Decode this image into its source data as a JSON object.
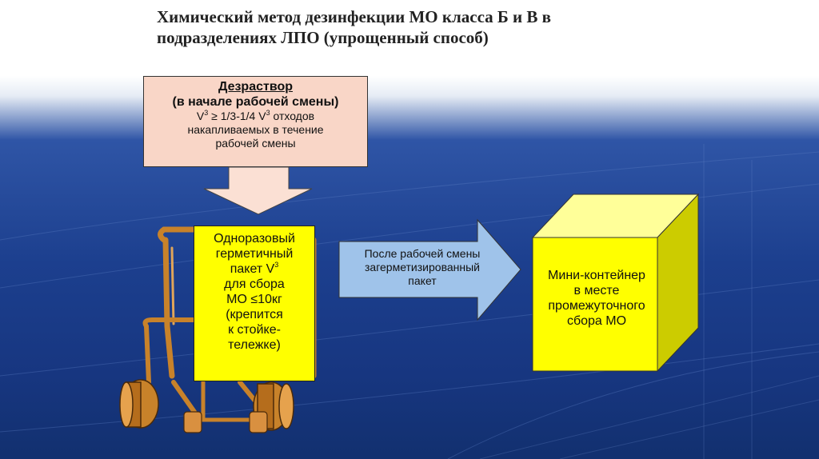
{
  "title": "Химический метод дезинфекции МО класса Б и В в подразделениях ЛПО (упрощенный способ)",
  "top_box": {
    "heading": "Дезраствор",
    "subheading": "(в начале рабочей смены)",
    "line1_prefix": "V",
    "line1_sup": "3",
    "line1_middle": " ≥ 1/3-1/4 V",
    "line1_sup2": "3",
    "line1_suffix": " отходов",
    "line2": "накапливаемых в течение",
    "line3": "рабочей смены"
  },
  "center_box": {
    "line1": "Одноразовый",
    "line2": "герметичный",
    "line3_prefix": "пакет V",
    "line3_sup": "3",
    "line4": "для сбора",
    "line5": "МО ≤10кг",
    "line6": "(крепится",
    "line7": "к стойке-",
    "line8": "тележке)"
  },
  "arrow_label": {
    "line1": "После  рабочей смены",
    "line2": "загерметизированный",
    "line3": "пакет"
  },
  "cube_label": {
    "line1": "Мини-контейнер",
    "line2": "в месте",
    "line3": "промежуточного",
    "line4": "сбора МО"
  },
  "colors": {
    "background_blue": "#1c3f8e",
    "top_box_fill": "#f9d6c7",
    "down_arrow_fill": "#fbe0d4",
    "yellow": "#ffff00",
    "right_arrow_fill": "#9fc3ea",
    "cart_orange": "#c8822a"
  }
}
